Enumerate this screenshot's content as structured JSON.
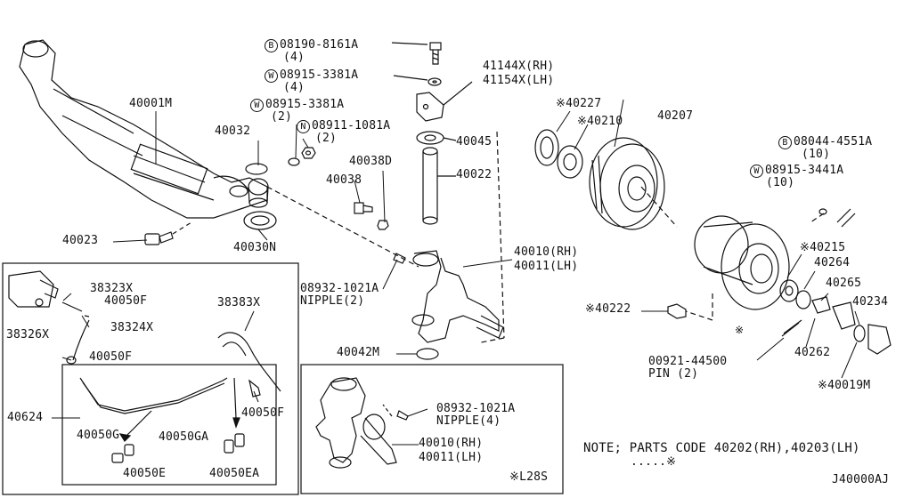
{
  "labels": {
    "p08190": "08190-8161A",
    "q4a": "(4)",
    "p08915a": "08915-3381A",
    "q4b": "(4)",
    "p41144": "41144X(RH)",
    "p41154": "41154X(LH)",
    "p40001M": "40001M",
    "p08915b": "08915-3381A",
    "q2a": "(2)",
    "p08911": "08911-1081A",
    "q2b": "(2)",
    "p40032": "40032",
    "p40045": "40045",
    "p40038D": "40038D",
    "p40022": "40022",
    "p40038": "40038",
    "p40227": "※40227",
    "p40210": "※40210",
    "p40207": "40207",
    "p08044": "08044-4551A",
    "q10a": "(10)",
    "p08915c": "08915-3441A",
    "q10b": "(10)",
    "p40023": "40023",
    "p40030N": "40030N",
    "p40010a": "40010(RH)",
    "p40011a": "40011(LH)",
    "p40215": "※40215",
    "p40264": "40264",
    "p40265": "40265",
    "p40234": "40234",
    "p38323X": "38323X",
    "p40050F1": "40050F",
    "p38324X": "38324X",
    "p38326X": "38326X",
    "p40050F2": "40050F",
    "p38383X": "38383X",
    "p08932a": "08932-1021A",
    "nipple2": "NIPPLE(2)",
    "p40222": "※40222",
    "p40042M": "40042M",
    "p00921": "00921-44500",
    "pin2": "PIN (2)",
    "p40262": "40262",
    "p40019M": "※40019M",
    "p40624": "40624",
    "p40050F3": "40050F",
    "p40050G": "40050G",
    "p40050GA": "40050GA",
    "p40050E": "40050E",
    "p40050EA": "40050EA",
    "p08932b": "08932-1021A",
    "nipple4": "NIPPLE(4)",
    "p40010b": "40010(RH)",
    "p40011b": "40011(LH)",
    "l28s": "※L28S",
    "note": "NOTE; PARTS CODE 40202(RH),40203(LH)",
    "noteMark": ".....※",
    "diagramCode": "J40000AJ",
    "symB1": "B",
    "symW1": "W",
    "symW2": "W",
    "symN": "N",
    "symB2": "B",
    "symW3": "W",
    "starMark": "※"
  }
}
